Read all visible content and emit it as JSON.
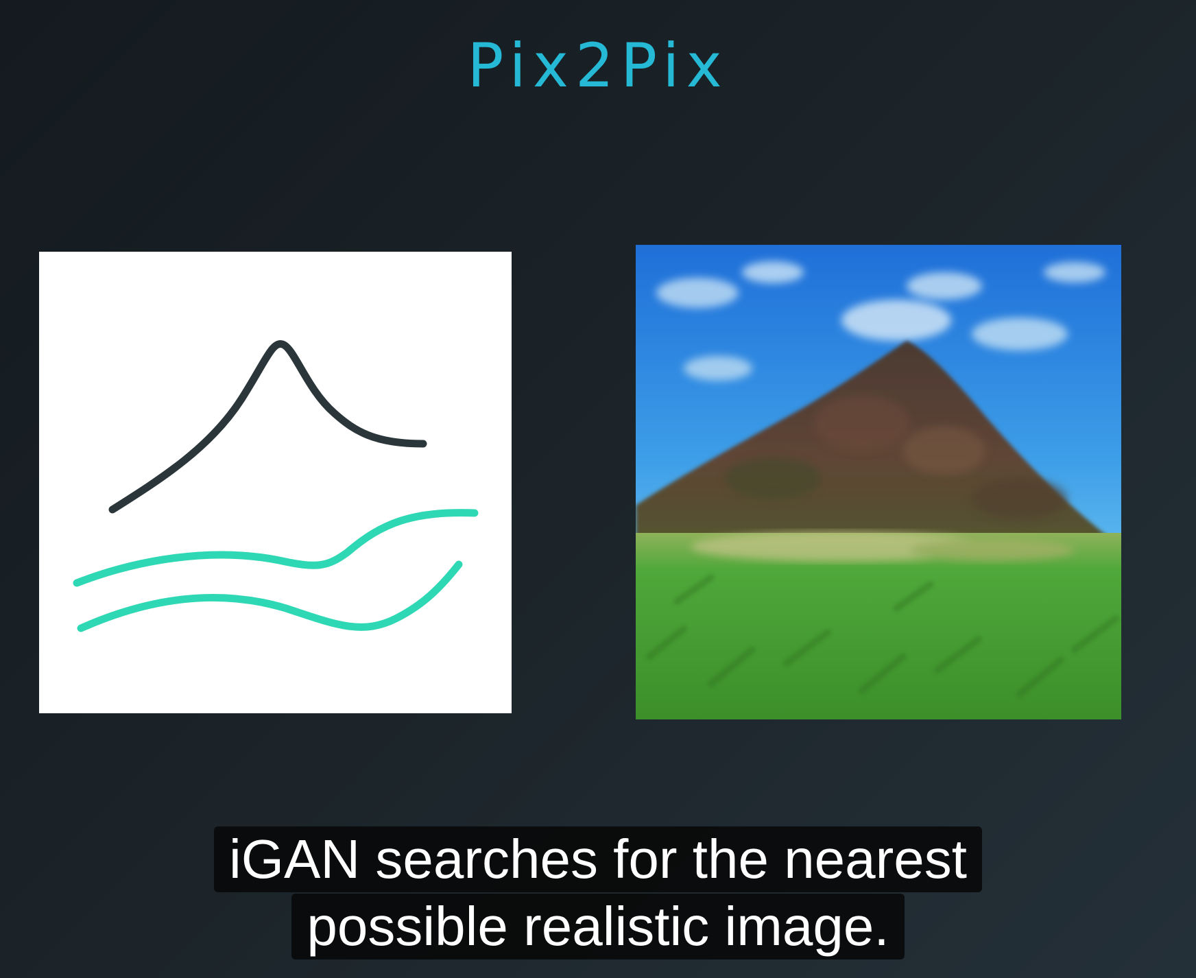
{
  "slide": {
    "title": "Pix2Pix"
  },
  "sketch": {
    "strokes": [
      {
        "name": "mountain-outline",
        "color": "#2b363b"
      },
      {
        "name": "water-line-top",
        "color": "#2fd8b4"
      },
      {
        "name": "water-line-bottom",
        "color": "#2fd8b4"
      }
    ]
  },
  "generated_image": {
    "sky_color": "#2f8be0",
    "mountain_color": "#5a4433",
    "grass_color": "#4aa534"
  },
  "caption": {
    "line1": "iGAN searches for the nearest",
    "line2": "possible realistic image."
  }
}
